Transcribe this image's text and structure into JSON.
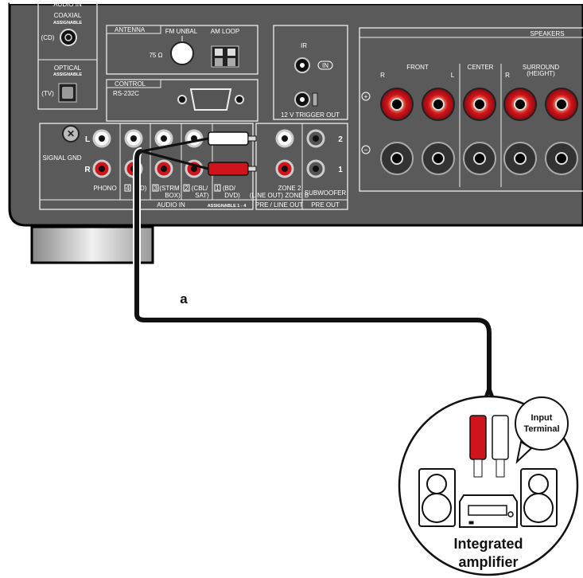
{
  "receiver": {
    "digital_in": {
      "section_label": "AUDIO IN",
      "coaxial": "COAXIAL",
      "coaxial_assignable": "ASSIGNABLE",
      "coaxial_input": "(CD)",
      "optical": "OPTICAL",
      "optical_assignable": "ASSIGNABLE",
      "optical_input": "(TV)"
    },
    "antenna": {
      "label": "ANTENNA",
      "fm": "FM UNBAL",
      "impedance": "75 Ω",
      "am": "AM LOOP"
    },
    "control": {
      "label": "CONTROL",
      "port": "RS-232C"
    },
    "ir": {
      "label": "IR",
      "in": "IN",
      "trigger": "12 V  TRIGGER OUT"
    },
    "speakers": {
      "label": "SPEAKERS",
      "front": "FRONT",
      "center": "CENTER",
      "surround": "SURROUND",
      "height": "(HEIGHT)",
      "r": "R",
      "l": "L",
      "plus": "+",
      "minus": "−"
    },
    "analog": {
      "signal_gnd": "SIGNAL GND",
      "l": "L",
      "r": "R",
      "phono": "PHONO",
      "in4": "4",
      "in4_name": "(CD)",
      "in3": "3",
      "in3_name_1": "(STRM",
      "in3_name_2": "BOX)",
      "in2": "2",
      "in2_name_1": "(CBL/",
      "in2_name_2": "SAT)",
      "in1": "1",
      "in1_name_1": "(BD/",
      "in1_name_2": "DVD)",
      "zone2": "ZONE 2",
      "zone_b": "(LINE OUT) ZONE B",
      "subwoofer": "SUBWOOFER",
      "sub2": "2",
      "sub1": "1",
      "band_audio_in": "AUDIO IN",
      "band_assignable": "ASSIGNABLE 1 - 4",
      "band_pre_line_out": "PRE / LINE OUT",
      "band_pre_out": "PRE OUT"
    }
  },
  "cable_label": "a",
  "device": {
    "bubble_1": "Input",
    "bubble_2": "Terminal",
    "name_1": "Integrated",
    "name_2": "amplifier"
  },
  "colors": {
    "panel": "#5a5a5a",
    "red_plug": "#d0141c",
    "white_plug": "#ffffff",
    "cable": "#111111"
  }
}
